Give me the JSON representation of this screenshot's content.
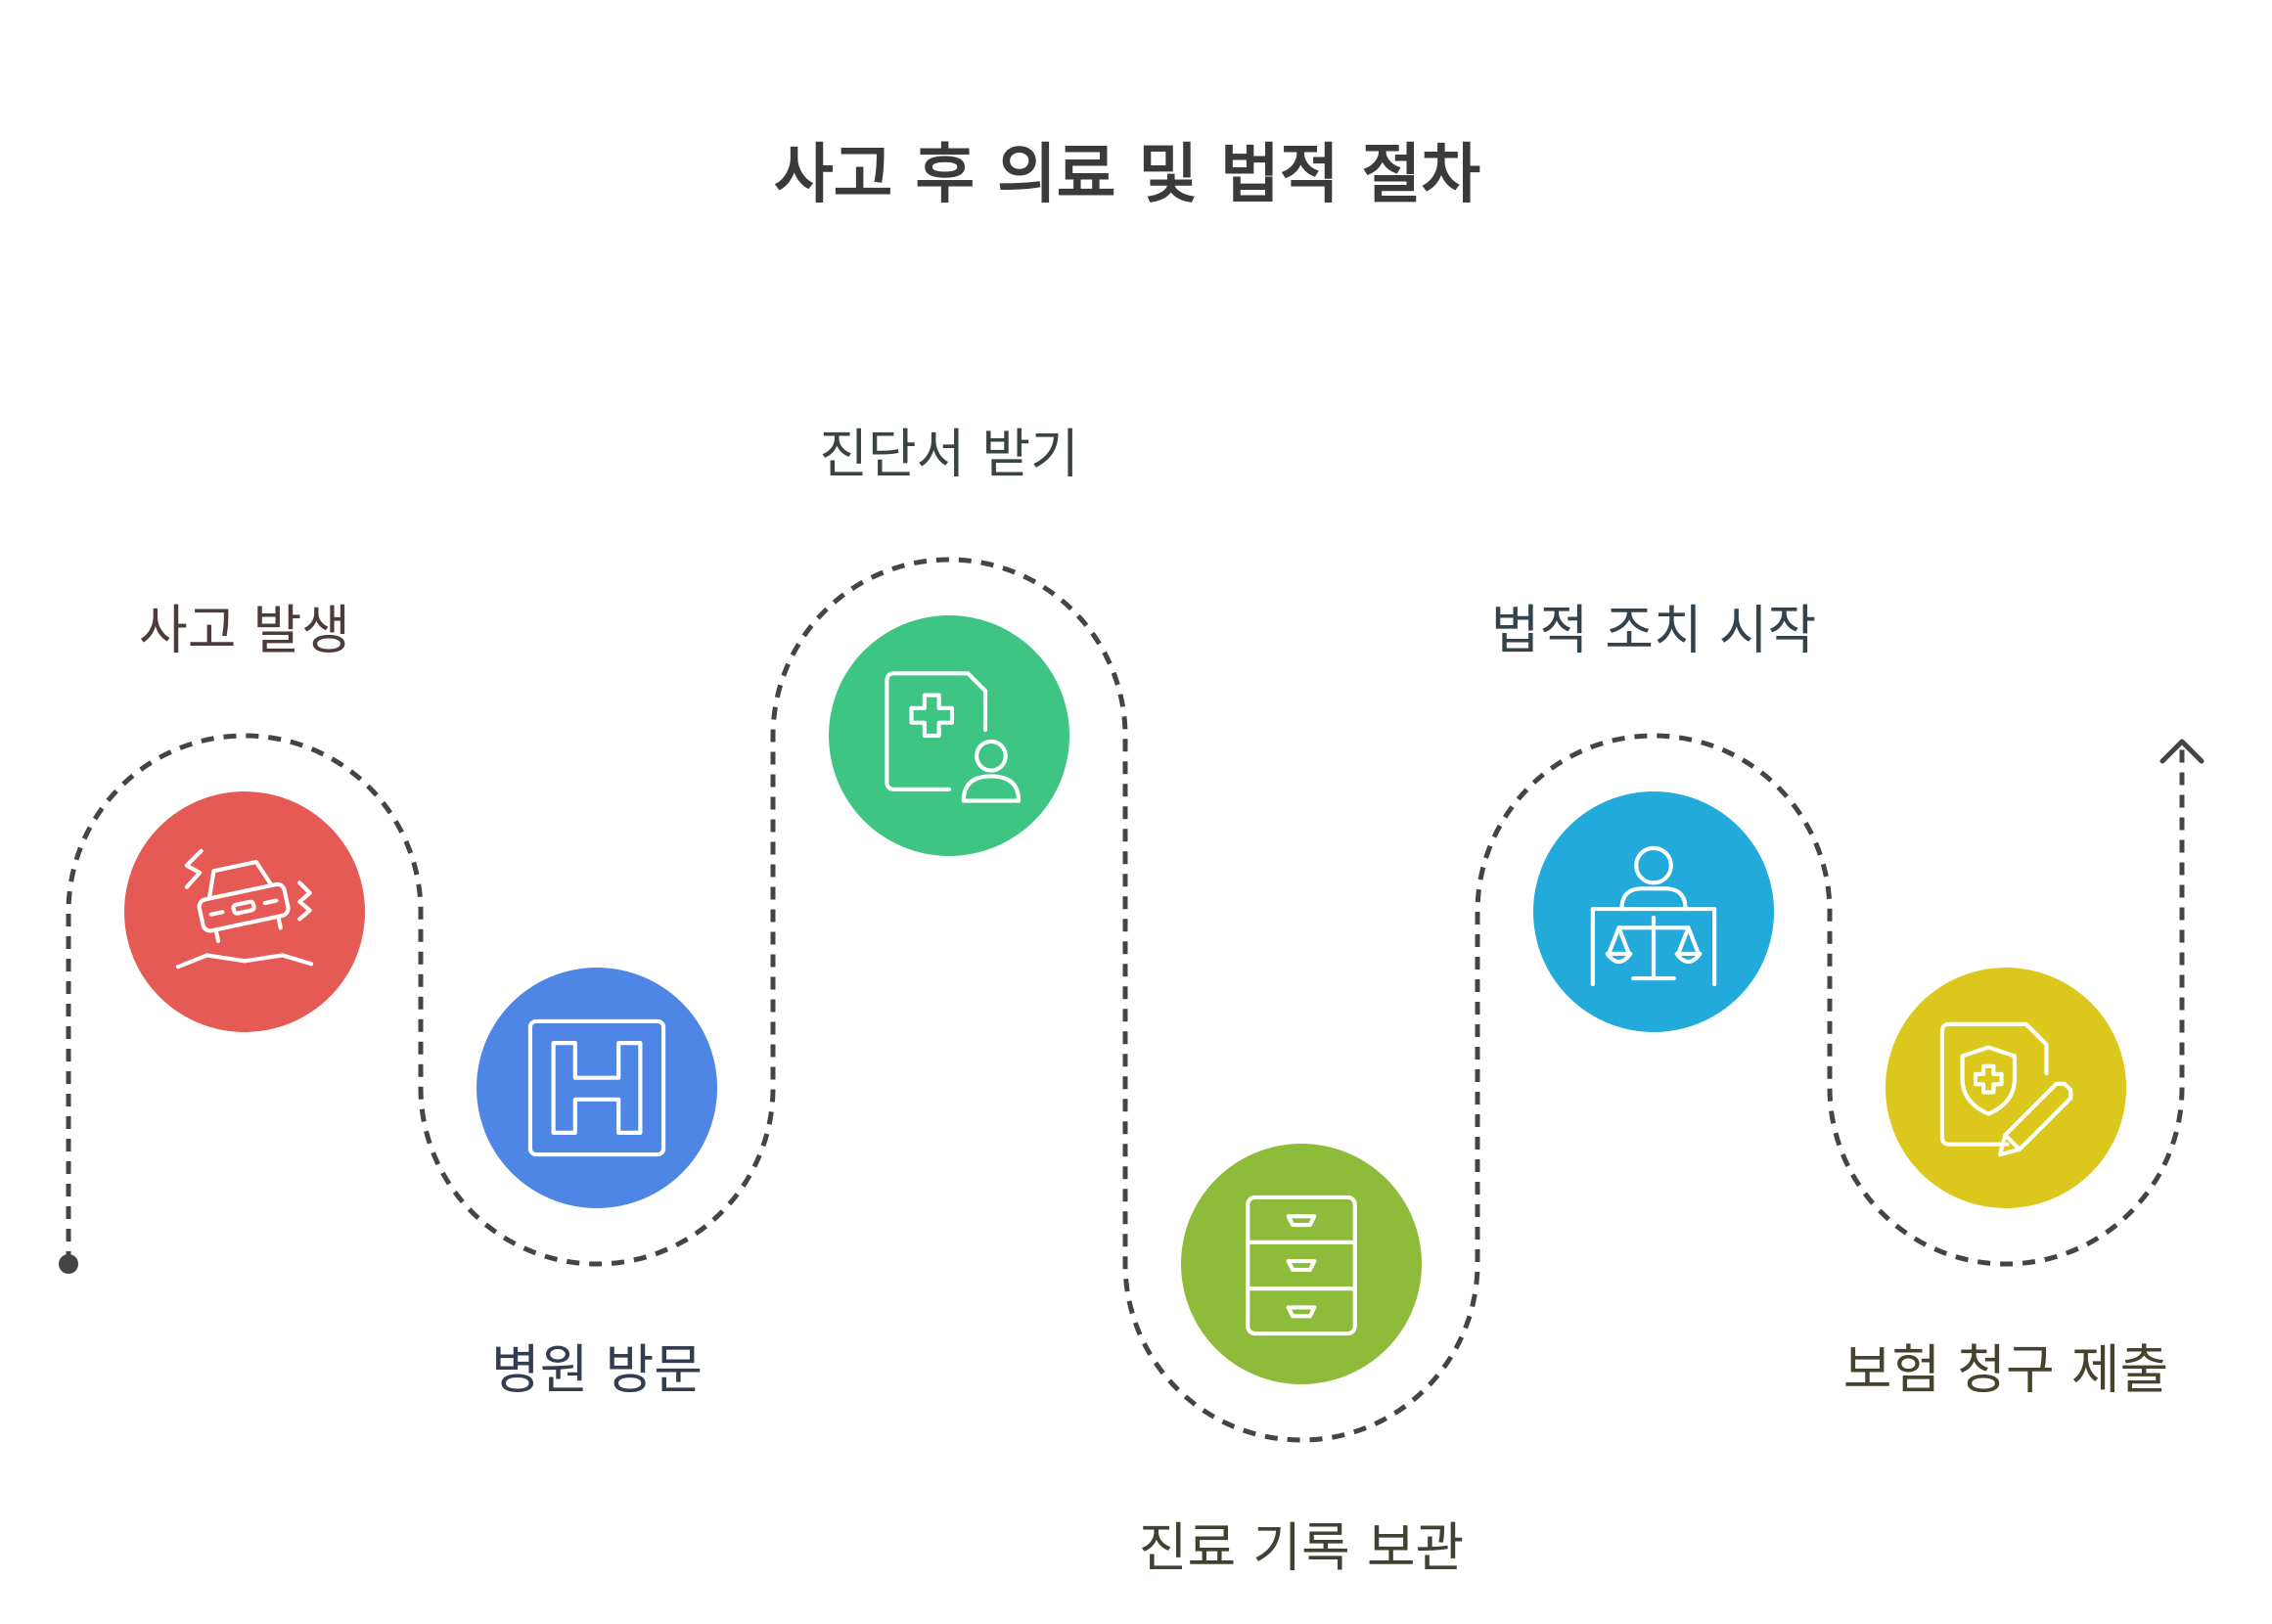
{
  "title": "사고 후 의료 및 법적 절차",
  "path_color": "#444444",
  "steps": [
    {
      "label": "사고 발생",
      "color": "#e55a54",
      "label_color": "#4d3a3a",
      "icon": "car-crash-icon"
    },
    {
      "label": "병원 방문",
      "color": "#4f86e6",
      "label_color": "#333d4f",
      "icon": "hospital-icon"
    },
    {
      "label": "진단서 받기",
      "color": "#3ec483",
      "label_color": "#38443d",
      "icon": "medical-certificate-icon"
    },
    {
      "label": "진료 기록 보관",
      "color": "#8fbb3a",
      "label_color": "#3e4232",
      "icon": "filing-cabinet-icon"
    },
    {
      "label": "법적 조치 시작",
      "color": "#22aadb",
      "label_color": "#34424c",
      "icon": "lawyer-scale-icon"
    },
    {
      "label": "보험 청구 제출",
      "color": "#dcc81c",
      "label_color": "#45432e",
      "icon": "insurance-claim-icon"
    }
  ]
}
